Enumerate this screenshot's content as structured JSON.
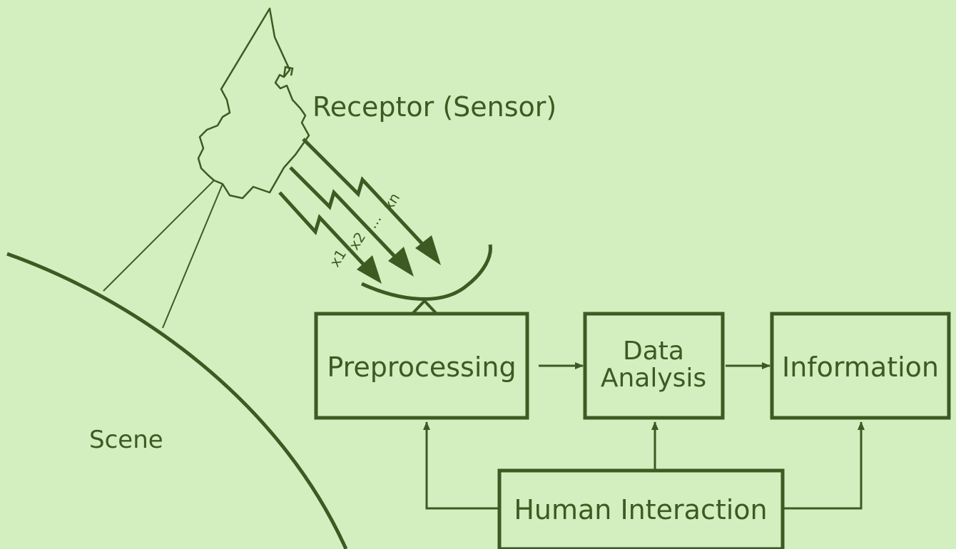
{
  "colors": {
    "background": "#d3efbf",
    "ink": "#3d5a22"
  },
  "labels": {
    "receptor": "Receptor (Sensor)",
    "scene": "Scene",
    "preprocessing": "Preprocessing",
    "data_analysis_line1": "Data",
    "data_analysis_line2": "Analysis",
    "information": "Information",
    "human_interaction": "Human Interaction",
    "x1": "x1",
    "x2": "x2",
    "dots": "...",
    "xn": "xn"
  }
}
